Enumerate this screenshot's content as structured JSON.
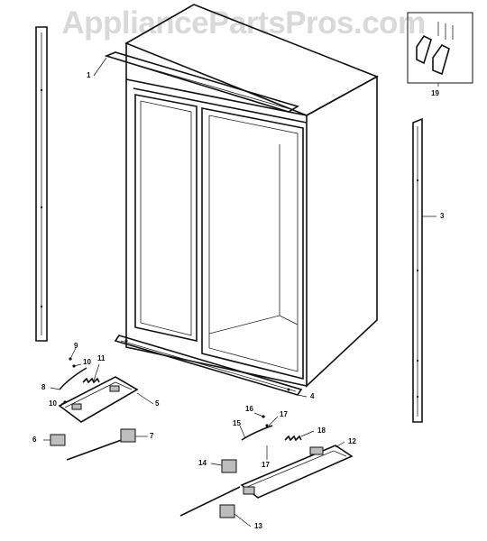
{
  "watermark": "AppliancePartsPros.com",
  "callouts": {
    "c1": "1",
    "c3": "3",
    "c4": "4",
    "c5": "5",
    "c6": "6",
    "c7": "7",
    "c8": "8",
    "c9": "9",
    "c10a": "10",
    "c10b": "10",
    "c11": "11",
    "c12": "12",
    "c13": "13",
    "c14": "14",
    "c15": "15",
    "c16": "16",
    "c17a": "17",
    "c17b": "17",
    "c18": "18",
    "c19": "19"
  },
  "colors": {
    "line": "#111111",
    "watermark": "#d9d9d9",
    "background": "#ffffff"
  }
}
